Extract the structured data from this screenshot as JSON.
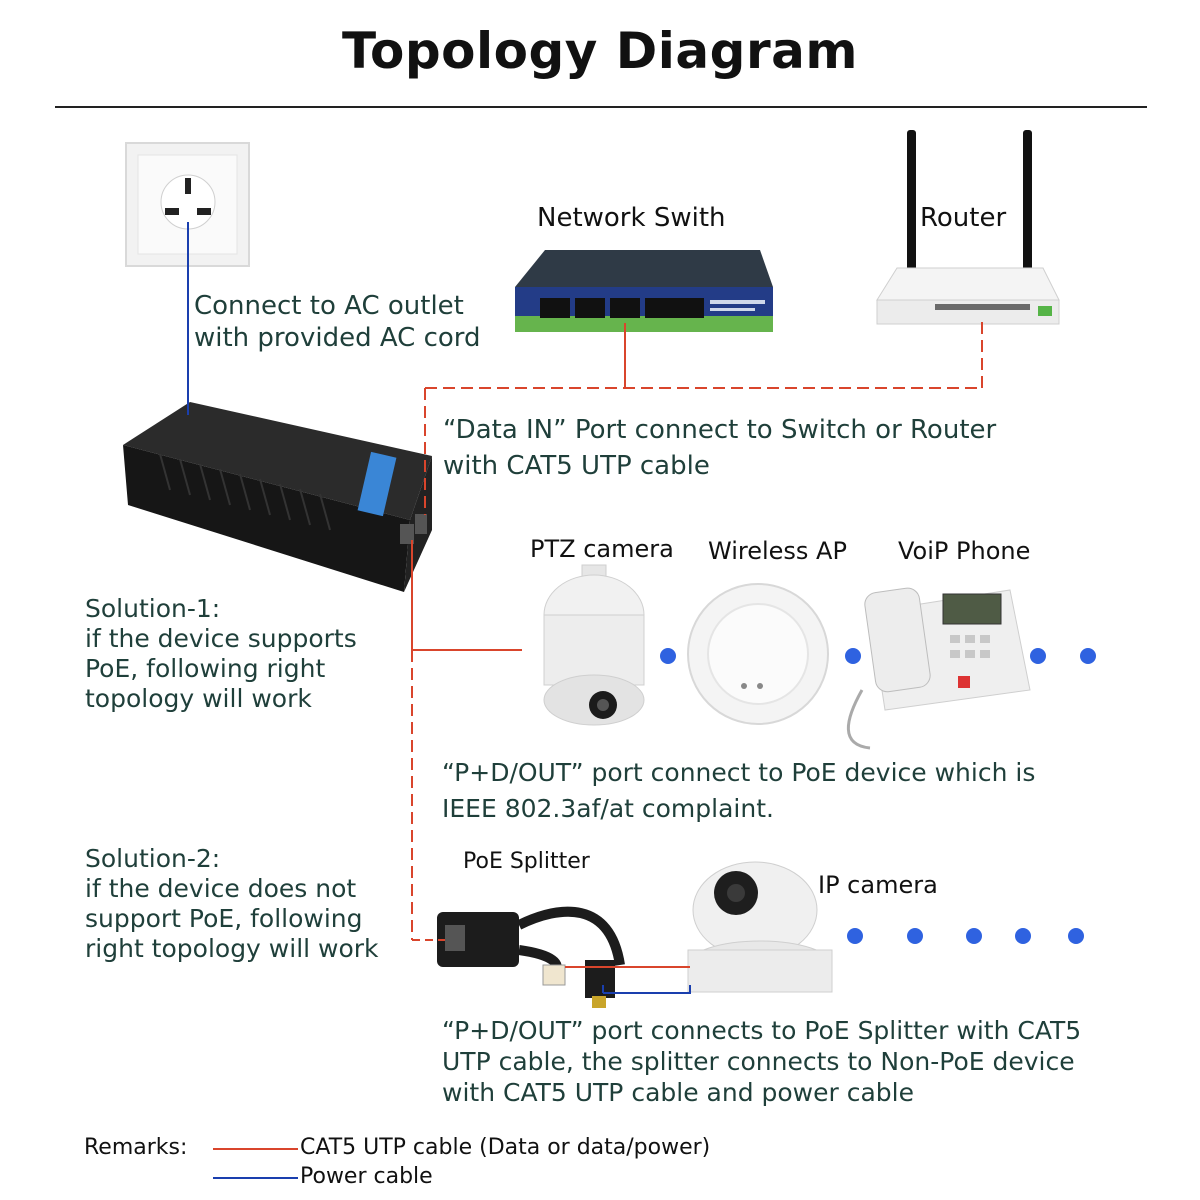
{
  "title": "Topology Diagram",
  "ac_note": [
    "Connect to AC outlet",
    "with provided AC cord"
  ],
  "switch_label": "Network Swith",
  "router_label": "Router",
  "data_in_note": [
    "“Data IN”  Port connect to Switch or Router",
    "with CAT5 UTP cable"
  ],
  "device_labels": {
    "ptz": "PTZ camera",
    "ap": "Wireless AP",
    "phone": "VoiP Phone"
  },
  "solution1": [
    "Solution-1:",
    "if the device supports",
    "PoE, following right",
    "topology will work"
  ],
  "pd_out_note1": [
    "“P+D/OUT”  port connect to PoE device which is",
    "IEEE 802.3af/at complaint."
  ],
  "solution2": [
    "Solution-2:",
    "if the device does not",
    "support PoE, following",
    "right topology will work"
  ],
  "splitter_label": "PoE Splitter",
  "ipcam_label": "IP camera",
  "pd_out_note2": [
    "“P+D/OUT”  port connects to PoE Splitter with CAT5",
    "UTP cable, the splitter connects to Non-PoE device",
    "with CAT5 UTP cable and power cable"
  ],
  "remarks": {
    "label": "Remarks:",
    "cat5": "CAT5 UTP cable (Data or data/power)",
    "power": "Power cable"
  },
  "colors": {
    "cat5": "#d9452c",
    "power": "#1a3fae",
    "dots": "#2f62e0"
  }
}
